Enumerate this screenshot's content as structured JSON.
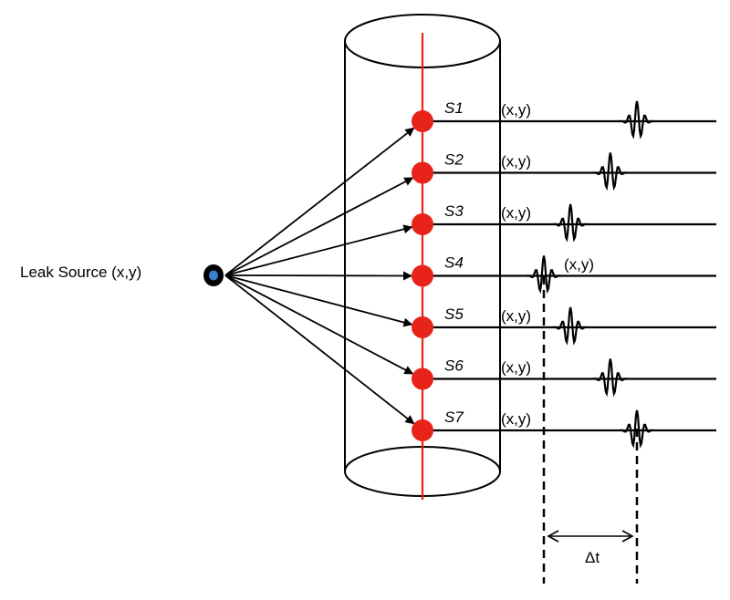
{
  "leak_source": {
    "label": "Leak Source (x,y)"
  },
  "sensors": [
    {
      "id": "S1",
      "coord": "(x,y)",
      "arrival": 7
    },
    {
      "id": "S2",
      "coord": "(x,y)",
      "arrival": 5
    },
    {
      "id": "S3",
      "coord": "(x,y)",
      "arrival": 2
    },
    {
      "id": "S4",
      "coord": "(x,y)",
      "arrival": 0
    },
    {
      "id": "S5",
      "coord": "(x,y)",
      "arrival": 2
    },
    {
      "id": "S6",
      "coord": "(x,y)",
      "arrival": 5
    },
    {
      "id": "S7",
      "coord": "(x,y)",
      "arrival": 7
    }
  ],
  "delta_label": "Δt",
  "colors": {
    "pipe_axis": "#e8231a",
    "sensor": "#e8231a",
    "source_fill": "#3a7fd0",
    "line": "#000000"
  }
}
